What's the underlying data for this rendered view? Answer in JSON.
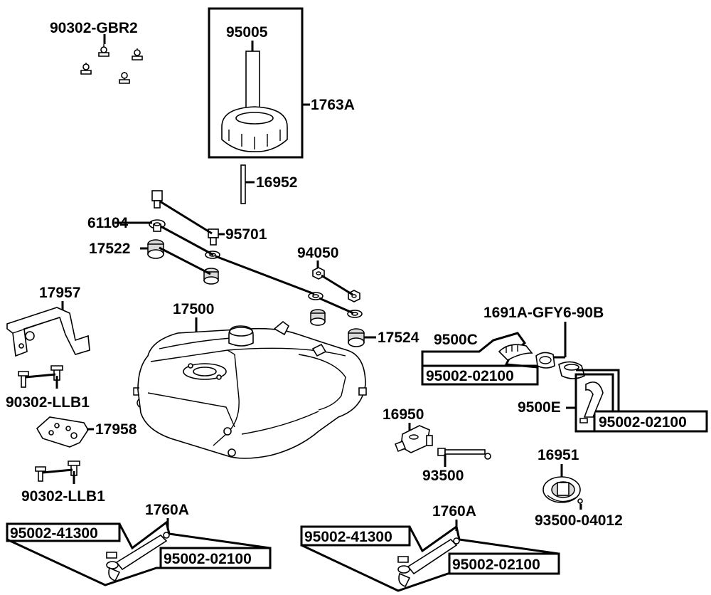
{
  "labels": {
    "screw_top": "90302-GBR2",
    "fuel_cap_inner": "95005",
    "fuel_cap": "1763A",
    "pin": "16952",
    "washer": "61104",
    "grommet_left": "17522",
    "bolt": "95701",
    "nut": "94050",
    "bracket": "17957",
    "fuel_tank": "17500",
    "grommet_right": "17524",
    "hose_assy": "1691A-GFY6-90B",
    "hose_c": "9500C",
    "clip_c": "95002-02100",
    "bolt_left": "90302-LLB1",
    "hose_e": "9500E",
    "clip_e": "95002-02100",
    "plate": "17958",
    "cock": "16950",
    "cock_screw": "93500",
    "sender": "16951",
    "bolt_left_2": "90302-LLB1",
    "sender_screw": "93500-04012",
    "hose_left": "1760A",
    "clip_big_left": "95002-41300",
    "clip_small_left": "95002-02100",
    "hose_right": "1760A",
    "clip_big_right": "95002-41300",
    "clip_small_right": "95002-02100"
  }
}
